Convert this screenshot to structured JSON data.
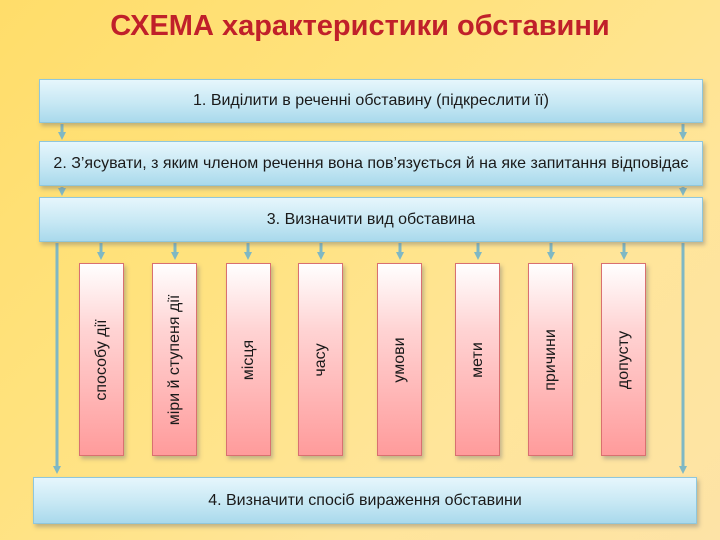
{
  "title": "СХЕМА характеристики обставини",
  "steps": {
    "step1": "1. Виділити в реченні обставину (підкреслити її)",
    "step2": "2. З’ясувати, з яким членом речення вона пов’язується й на яке запитання відповідає",
    "step3": "3. Визначити вид обставина",
    "step4": "4. Визначити спосіб вираження обставини"
  },
  "kinds": [
    "способу дії",
    "міри й ступеня дії",
    "місця",
    "часу",
    "умови",
    "мети",
    "причини",
    "допусту"
  ],
  "colors": {
    "title": "#c0202a",
    "step_box": "#c7e8f4",
    "kind_box": "#ff9b9b",
    "arrow": "#7fb8c4"
  }
}
